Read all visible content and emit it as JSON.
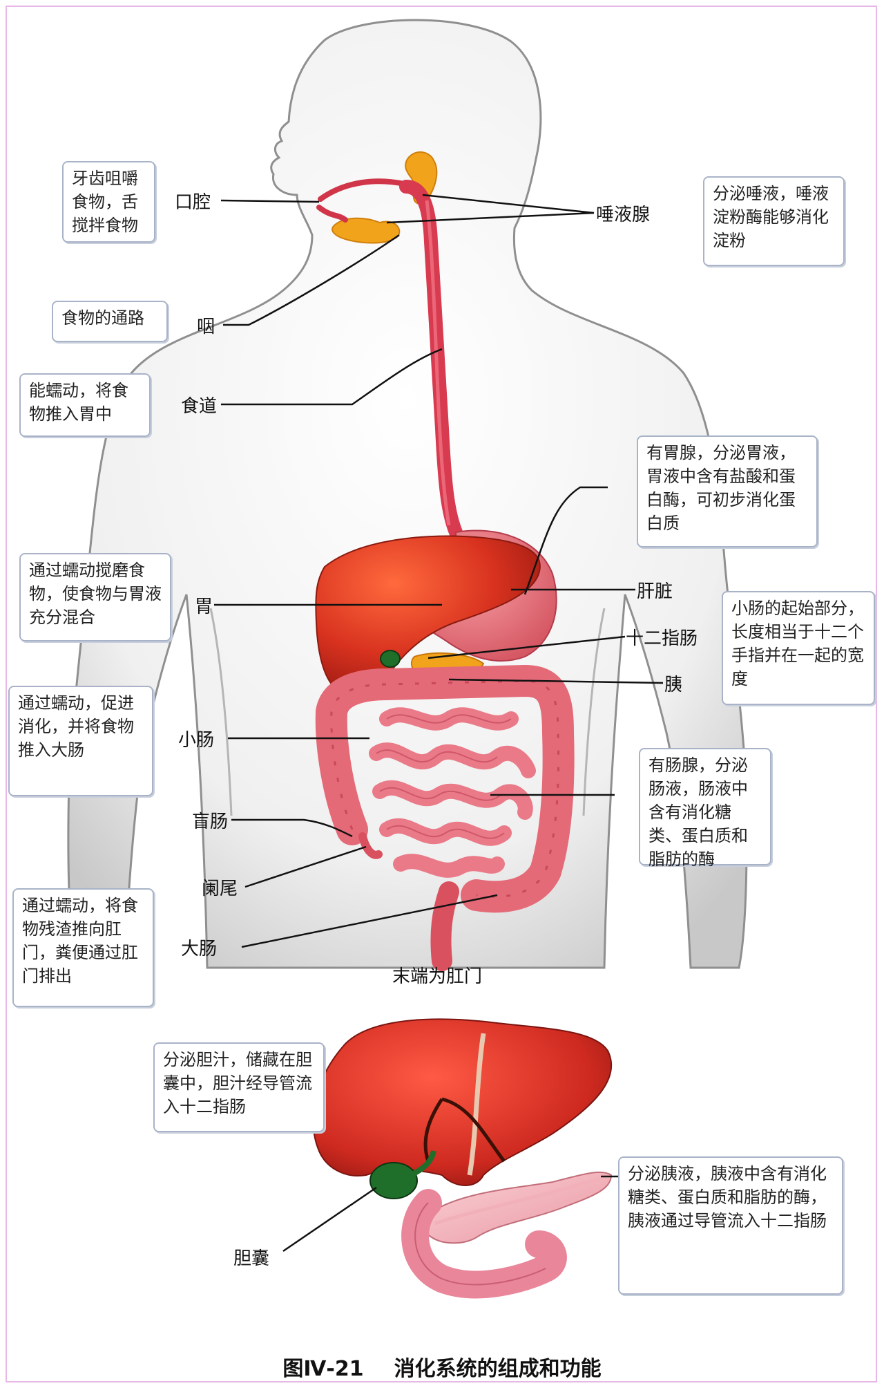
{
  "caption": {
    "figure_no": "图Ⅳ-21",
    "title": "消化系统的组成和功能"
  },
  "organs": {
    "mouth": "口腔",
    "salivary_gland": "唾液腺",
    "pharynx": "咽",
    "esophagus": "食道",
    "stomach": "胃",
    "liver": "肝脏",
    "duodenum": "十二指肠",
    "pancreas": "胰",
    "small_intestine": "小肠",
    "cecum": "盲肠",
    "appendix": "阑尾",
    "large_intestine": "大肠",
    "anus_note": "末端为肛门",
    "gallbladder": "胆囊"
  },
  "callouts": {
    "mouth": "牙齿咀嚼食物，舌搅拌食物",
    "salivary_gland": "分泌唾液，唾液淀粉酶能够消化淀粉",
    "pharynx": "食物的通路",
    "esophagus": "能蠕动，将食物推入胃中",
    "gastric_gland": "有胃腺，分泌胃液，胃液中含有盐酸和蛋白酶，可初步消化蛋白质",
    "stomach": "通过蠕动搅磨食物，使食物与胃液充分混合",
    "duodenum": "小肠的起始部分，长度相当于十二个手指并在一起的宽度",
    "small_intestine": "通过蠕动，促进消化，并将食物推入大肠",
    "intestinal_gland": "有肠腺，分泌肠液，肠液中含有消化糖类、蛋白质和脂肪的酶",
    "large_intestine": "通过蠕动，将食物残渣推向肛门，粪便通过肛门排出",
    "liver": "分泌胆汁，储藏在胆囊中，胆汁经导管流入十二指肠",
    "pancreas": "分泌胰液，胰液中含有消化糖类、蛋白质和脂肪的酶，胰液通过导管流入十二指肠"
  },
  "colors": {
    "body_outline": "#8f8f8f",
    "organ_red": "#d83a2a",
    "intestine_pink": "#e46a78",
    "gland_orange": "#f2a31c",
    "gallbladder_green": "#1f6e2a",
    "callout_border": "#a9b3c8"
  }
}
